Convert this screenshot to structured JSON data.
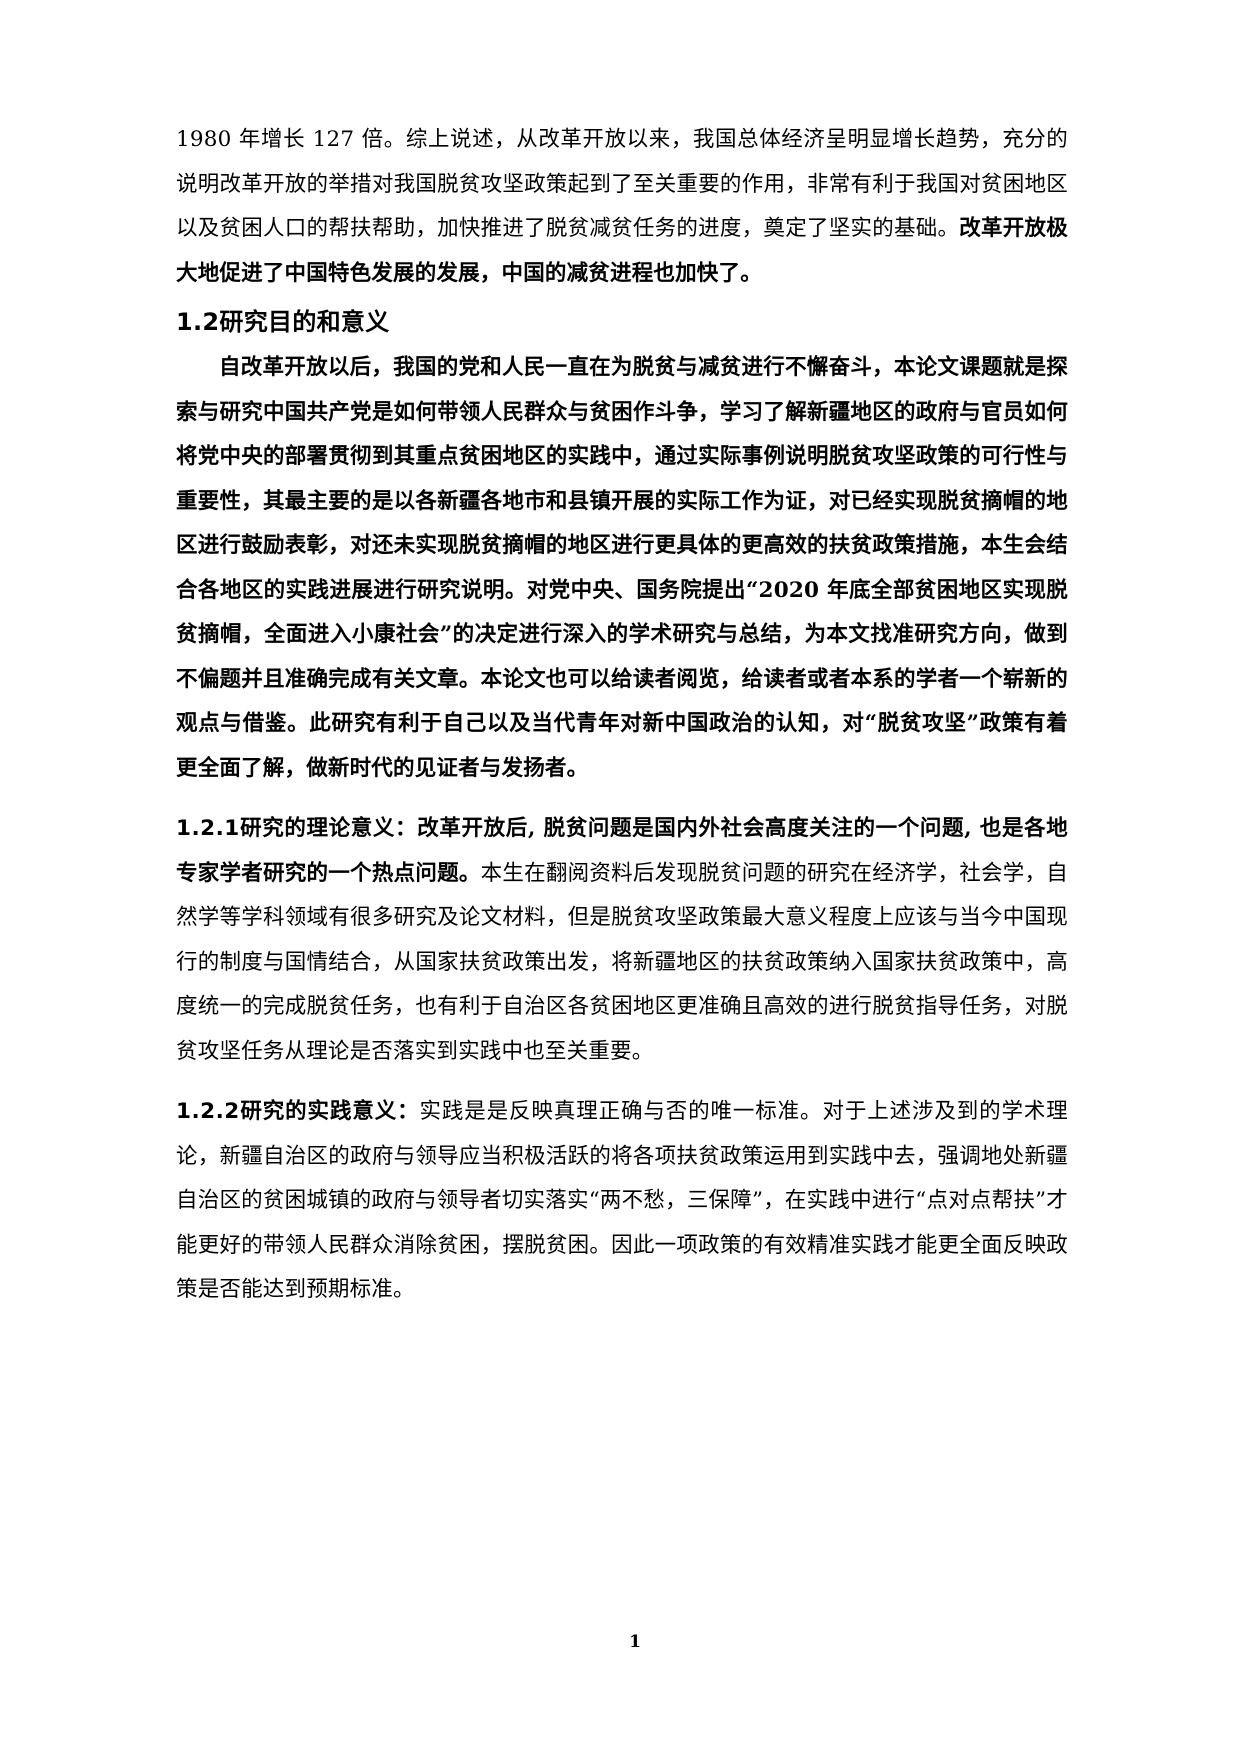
{
  "document": {
    "page_number": "1",
    "paragraphs": [
      {
        "id": "p-intro",
        "kind": "body",
        "runs": [
          {
            "weight": "regular",
            "text": "1980 年增长 127 倍。综上说述，从改革开放以来，我国总体经济呈明显增长趋势，充分的说明改革开放的举措对我国脱贫攻坚政策起到了至关重要的作用，非常有利于我国对贫困地区以及贫困人口的帮扶帮助，加快推进了脱贫减贫任务的进度，奠定了坚实的基础。"
          },
          {
            "weight": "bold",
            "text": "改革开放极大地促进了中国特色发展的发展，中国的减贫进程也加快了。"
          }
        ]
      }
    ],
    "heading_1_2": "1.2研究目的和意义",
    "paragraph_1_2": {
      "id": "p-1-2-body",
      "kind": "body-indent-bold",
      "runs": [
        {
          "weight": "bold",
          "text": "自改革开放以后，我国的党和人民一直在为脱贫与减贫进行不懈奋斗，本论文课题就是探索与研究中国共产党是如何带领人民群众与贫困作斗争，学习了解新疆地区的政府与官员如何将党中央的部署贯彻到其重点贫困地区的实践中，通过实际事例说明脱贫攻坚政策的可行性与重要性，其最主要的是以各新疆各地市和县镇开展的实际工作为证，对已经实现脱贫摘帽的地区进行鼓励表彰，对还未实现脱贫摘帽的地区进行更具体的更高效的扶贫政策措施，本生会结合各地区的实践进展进行研究说明。对党中央、国务院提出“2020 年底全部贫困地区实现脱贫摘帽，全面进入小康社会”的决定进行深入的学术研究与总结，为本文找准研究方向，做到不偏题并且准确完成有关文章。本论文也可以给读者阅览，给读者或者本系的学者一个崭新的观点与借鉴。此研究有利于自己以及当代青年对新中国政治的认知，对“脱贫攻坚”政策有着更全面了解，做新时代的见证者与发扬者。"
        }
      ]
    },
    "subsection_1_2_1": {
      "number": "1.2.1",
      "title_run": "研究的理论意义：",
      "runs": [
        {
          "weight": "bold",
          "text": "改革开放后, 脱贫问题是国内外社会高度关注的一个问题, 也是各地专家学者研究的一个热点问题。"
        },
        {
          "weight": "regular",
          "text": "本生在翻阅资料后发现脱贫问题的研究在经济学，社会学，自然学等学科领域有很多研究及论文材料，但是脱贫攻坚政策最大意义程度上应该与当今中国现行的制度与国情结合，从国家扶贫政策出发，将新疆地区的扶贫政策纳入国家扶贫政策中，高度统一的完成脱贫任务，也有利于自治区各贫困地区更准确且高效的进行脱贫指导任务，对脱贫攻坚任务从理论是否落实到实践中也至关重要。"
        }
      ]
    },
    "subsection_1_2_2": {
      "number": "1.2.2",
      "title_run": "研究的实践意义：",
      "runs": [
        {
          "weight": "regular",
          "text": "实践是是反映真理正确与否的唯一标准。对于上述涉及到的学术理论，新疆自治区的政府与领导应当积极活跃的将各项扶贫政策运用到实践中去，强调地处新疆自治区的贫困城镇的政府与领导者切实落实“两不愁，三保障”，在实践中进行“点对点帮扶”才能更好的带领人民群众消除贫困，摆脱贫困。因此一项政策的有效精准实践才能更全面反映政策是否能达到预期标准。"
        }
      ]
    }
  }
}
